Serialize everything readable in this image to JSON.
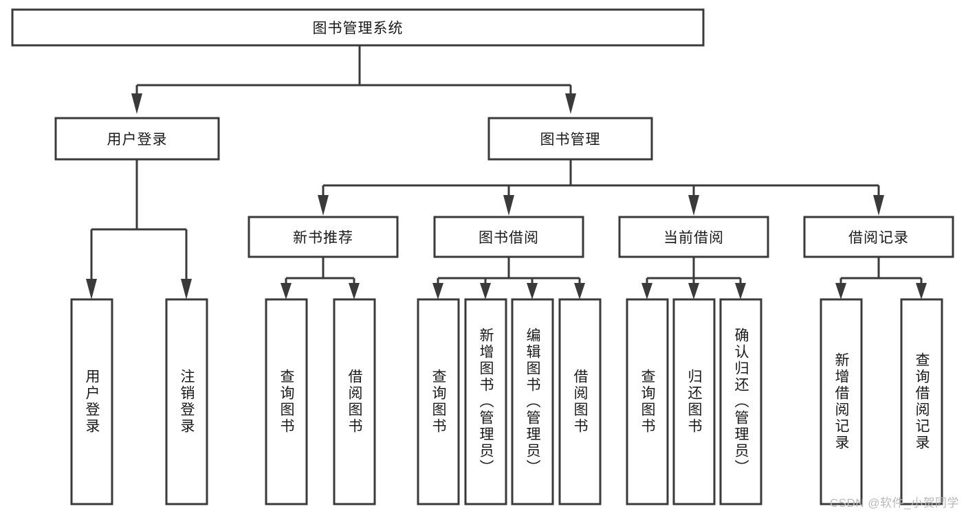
{
  "diagram": {
    "type": "tree-hierarchy-chart",
    "title": "图书管理系统",
    "colors": {
      "box_stroke": "#3a3a3a",
      "box_fill": "#ffffff",
      "connector": "#3a3a3a",
      "text": "#1a1a1a",
      "watermark": "#b9b9b9",
      "background": "#ffffff"
    },
    "root": {
      "label": "图书管理系统"
    },
    "level2": [
      {
        "id": "user-login",
        "label": "用户登录"
      },
      {
        "id": "book-management",
        "label": "图书管理"
      }
    ],
    "level3": [
      {
        "id": "new-book-recommend",
        "label": "新书推荐",
        "parent": "book-management"
      },
      {
        "id": "book-borrow",
        "label": "图书借阅",
        "parent": "book-management"
      },
      {
        "id": "current-borrow",
        "label": "当前借阅",
        "parent": "book-management"
      },
      {
        "id": "borrow-record",
        "label": "借阅记录",
        "parent": "book-management"
      }
    ],
    "leaves": {
      "user-login": [
        {
          "id": "leaf-user-login",
          "label": "用户登录"
        },
        {
          "id": "leaf-logout-login",
          "label": "注销登录"
        }
      ],
      "new-book-recommend": [
        {
          "id": "leaf-query-book-1",
          "label": "查询图书"
        },
        {
          "id": "leaf-borrow-book-1",
          "label": "借阅图书"
        }
      ],
      "book-borrow": [
        {
          "id": "leaf-query-book-2",
          "label": "查询图书"
        },
        {
          "id": "leaf-add-book-admin",
          "label": "新增图书（管理员）"
        },
        {
          "id": "leaf-edit-book-admin",
          "label": "编辑图书（管理员）"
        },
        {
          "id": "leaf-borrow-book-2",
          "label": "借阅图书"
        }
      ],
      "current-borrow": [
        {
          "id": "leaf-query-book-3",
          "label": "查询图书"
        },
        {
          "id": "leaf-return-book",
          "label": "归还图书"
        },
        {
          "id": "leaf-confirm-return-admin",
          "label": "确认归还（管理员）"
        }
      ],
      "borrow-record": [
        {
          "id": "leaf-add-borrow-record",
          "label": "新增借阅记录"
        },
        {
          "id": "leaf-query-borrow-record",
          "label": "查询借阅记录"
        }
      ]
    },
    "watermark": "CSDN @软件_小贺同学"
  }
}
